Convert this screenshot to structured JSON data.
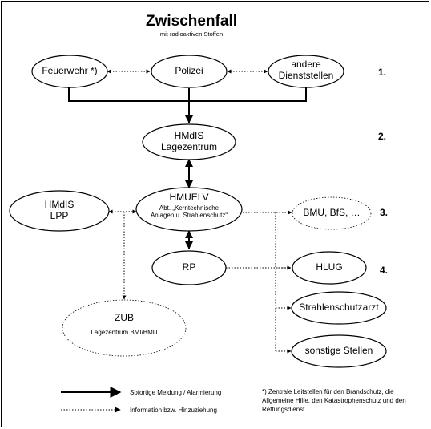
{
  "title": "Zwischenfall",
  "subtitle": "mit radioaktiven Stoffen",
  "nodes": {
    "feuerwehr": "Feuerwehr *)",
    "polizei": "Polizei",
    "andere": [
      "andere",
      "Dienststellen"
    ],
    "hmdis_lage": [
      "HMdIS",
      "Lagezentrum"
    ],
    "hmdis_lpp": [
      "HMdIS",
      "LPP"
    ],
    "hmuelv": {
      "name": "HMUELV",
      "sub1": "Abt. „Kerntechnische",
      "sub2": "Anlagen u. Strahlenschutz“"
    },
    "bmu": "BMU, BfS, …",
    "rp": "RP",
    "hlug": "HLUG",
    "strahlenschutzarzt": "Strahlenschutzarzt",
    "sonstige": "sonstige Stellen",
    "zub": {
      "name": "ZUB",
      "sub": "Lagezentrum BMI/BMU"
    }
  },
  "levels": [
    "1.",
    "2.",
    "3.",
    "4."
  ],
  "legend": {
    "solid": "Sofortige Meldung / Alarmierung",
    "dotted": "Information bzw. Hinzuziehung"
  },
  "footnote": "*) Zentrale Leitstellen für den Brandschutz, die Allgemeine Hilfe, den Katastrophenschutz und den Rettungsdienst"
}
